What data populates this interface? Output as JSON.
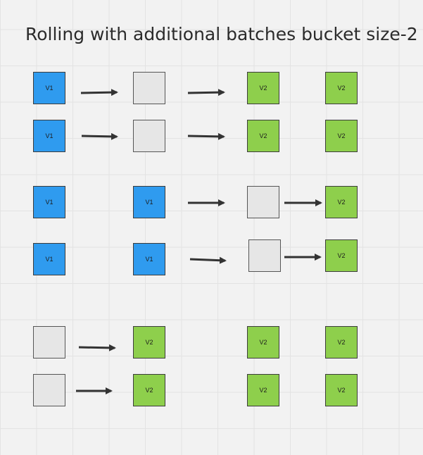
{
  "title": "Rolling with additional batches bucket size-2",
  "colors": {
    "v1": "#2f9bef",
    "v2": "#8ecf4c",
    "empty": "#e6e6e6",
    "arrow": "#333333"
  },
  "labels": {
    "v1": "V1",
    "v2": "V2"
  }
}
